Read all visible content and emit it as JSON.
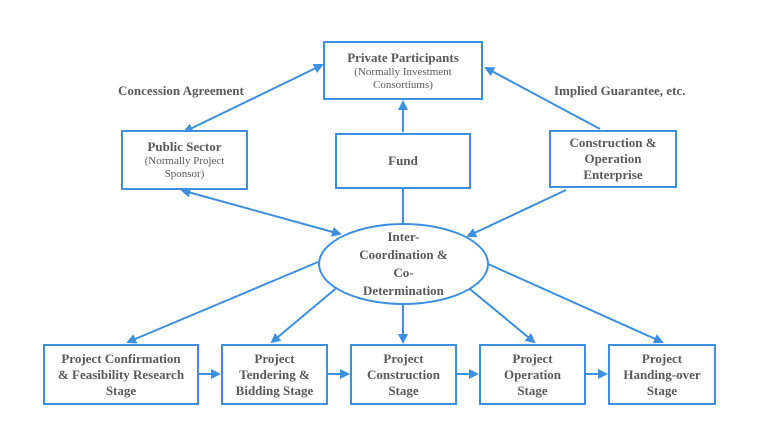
{
  "nodes": {
    "private": {
      "title": "Private Participants",
      "sub": "(Normally Investment\nConsortiums)"
    },
    "public": {
      "title": "Public Sector",
      "sub": "(Normally Project\nSponsor)"
    },
    "fund": {
      "title": "Fund"
    },
    "construction": {
      "title": "Construction &\nOperation\nEnterprise"
    },
    "center": {
      "title": "Inter-\nCoordination &\nCo-\nDetermination"
    },
    "stage1": {
      "title": "Project Confirmation\n& Feasibility Research\nStage"
    },
    "stage2": {
      "title": "Project\nTendering &\nBidding Stage"
    },
    "stage3": {
      "title": "Project\nConstruction\nStage"
    },
    "stage4": {
      "title": "Project\nOperation\nStage"
    },
    "stage5": {
      "title": "Project\nHanding-over\nStage"
    }
  },
  "labels": {
    "concession": "Concession Agreement",
    "guarantee": "Implied Guarantee, etc."
  },
  "colors": {
    "line": "#3d8fe0",
    "text": "#595959"
  }
}
